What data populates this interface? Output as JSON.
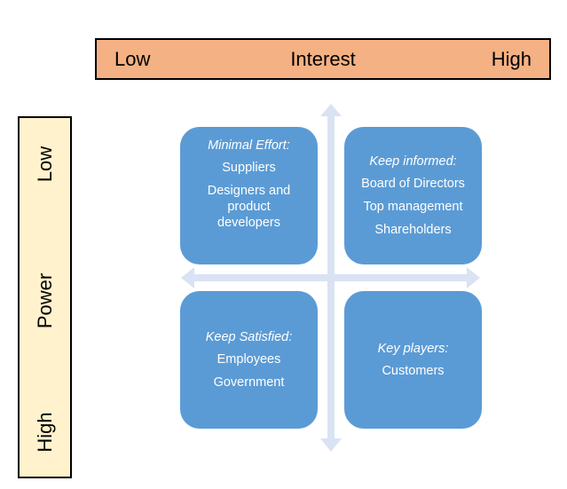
{
  "interest_axis": {
    "low": "Low",
    "title": "Interest",
    "high": "High"
  },
  "power_axis": {
    "low": "Low",
    "title": "Power",
    "high": "High"
  },
  "quadrants": {
    "top_left": {
      "title": "Minimal Effort:",
      "items": [
        "Suppliers",
        "Designers and product developers"
      ]
    },
    "top_right": {
      "title": "Keep informed:",
      "items": [
        "Board of Directors",
        "Top management",
        "Shareholders"
      ]
    },
    "bottom_left": {
      "title": "Keep Satisfied:",
      "items": [
        "Employees",
        "Government"
      ]
    },
    "bottom_right": {
      "title": "Key players:",
      "items": [
        "Customers"
      ]
    }
  },
  "colors": {
    "interest_bar": "#f4b183",
    "power_bar": "#fff2cc",
    "quadrant": "#5b9bd5",
    "arrow": "#dae3f3"
  }
}
